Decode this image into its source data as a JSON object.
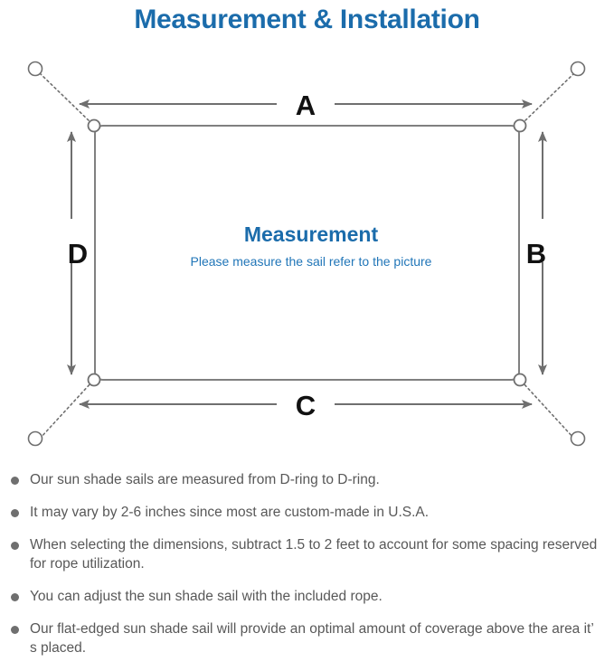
{
  "page": {
    "title": "Measurement & Installation",
    "title_color": "#1b6cab"
  },
  "diagram": {
    "name": "sun-shade-sail-measurement-diagram",
    "center": {
      "heading": "Measurement",
      "subheading": "Please measure the sail refer to the picture",
      "heading_color": "#1b6cab",
      "subheading_color": "#2176b8"
    },
    "dimension_labels": {
      "top": "A",
      "right": "B",
      "bottom": "C",
      "left": "D"
    },
    "line_color": "#6f6f6f",
    "sail_edge_color": "#808080",
    "d_rings": [
      {
        "name": "d-ring-top-left"
      },
      {
        "name": "d-ring-top-right"
      },
      {
        "name": "d-ring-bottom-left"
      },
      {
        "name": "d-ring-bottom-right"
      }
    ],
    "anchor_points": [
      {
        "name": "anchor-point-top-left"
      },
      {
        "name": "anchor-point-top-right"
      },
      {
        "name": "anchor-point-bottom-left"
      },
      {
        "name": "anchor-point-bottom-right"
      }
    ]
  },
  "notes": [
    {
      "text": "Our sun shade sails are measured from D-ring to D-ring."
    },
    {
      "text": "It may vary by 2-6 inches since most are custom-made in U.S.A."
    },
    {
      "text": "When selecting the dimensions, subtract 1.5 to 2 feet to account for some spacing reserved for rope utilization."
    },
    {
      "text": "You can adjust the sun shade sail with the included rope."
    },
    {
      "text": "Our flat-edged sun shade sail will provide an optimal amount of coverage above the area it’ s placed."
    }
  ]
}
